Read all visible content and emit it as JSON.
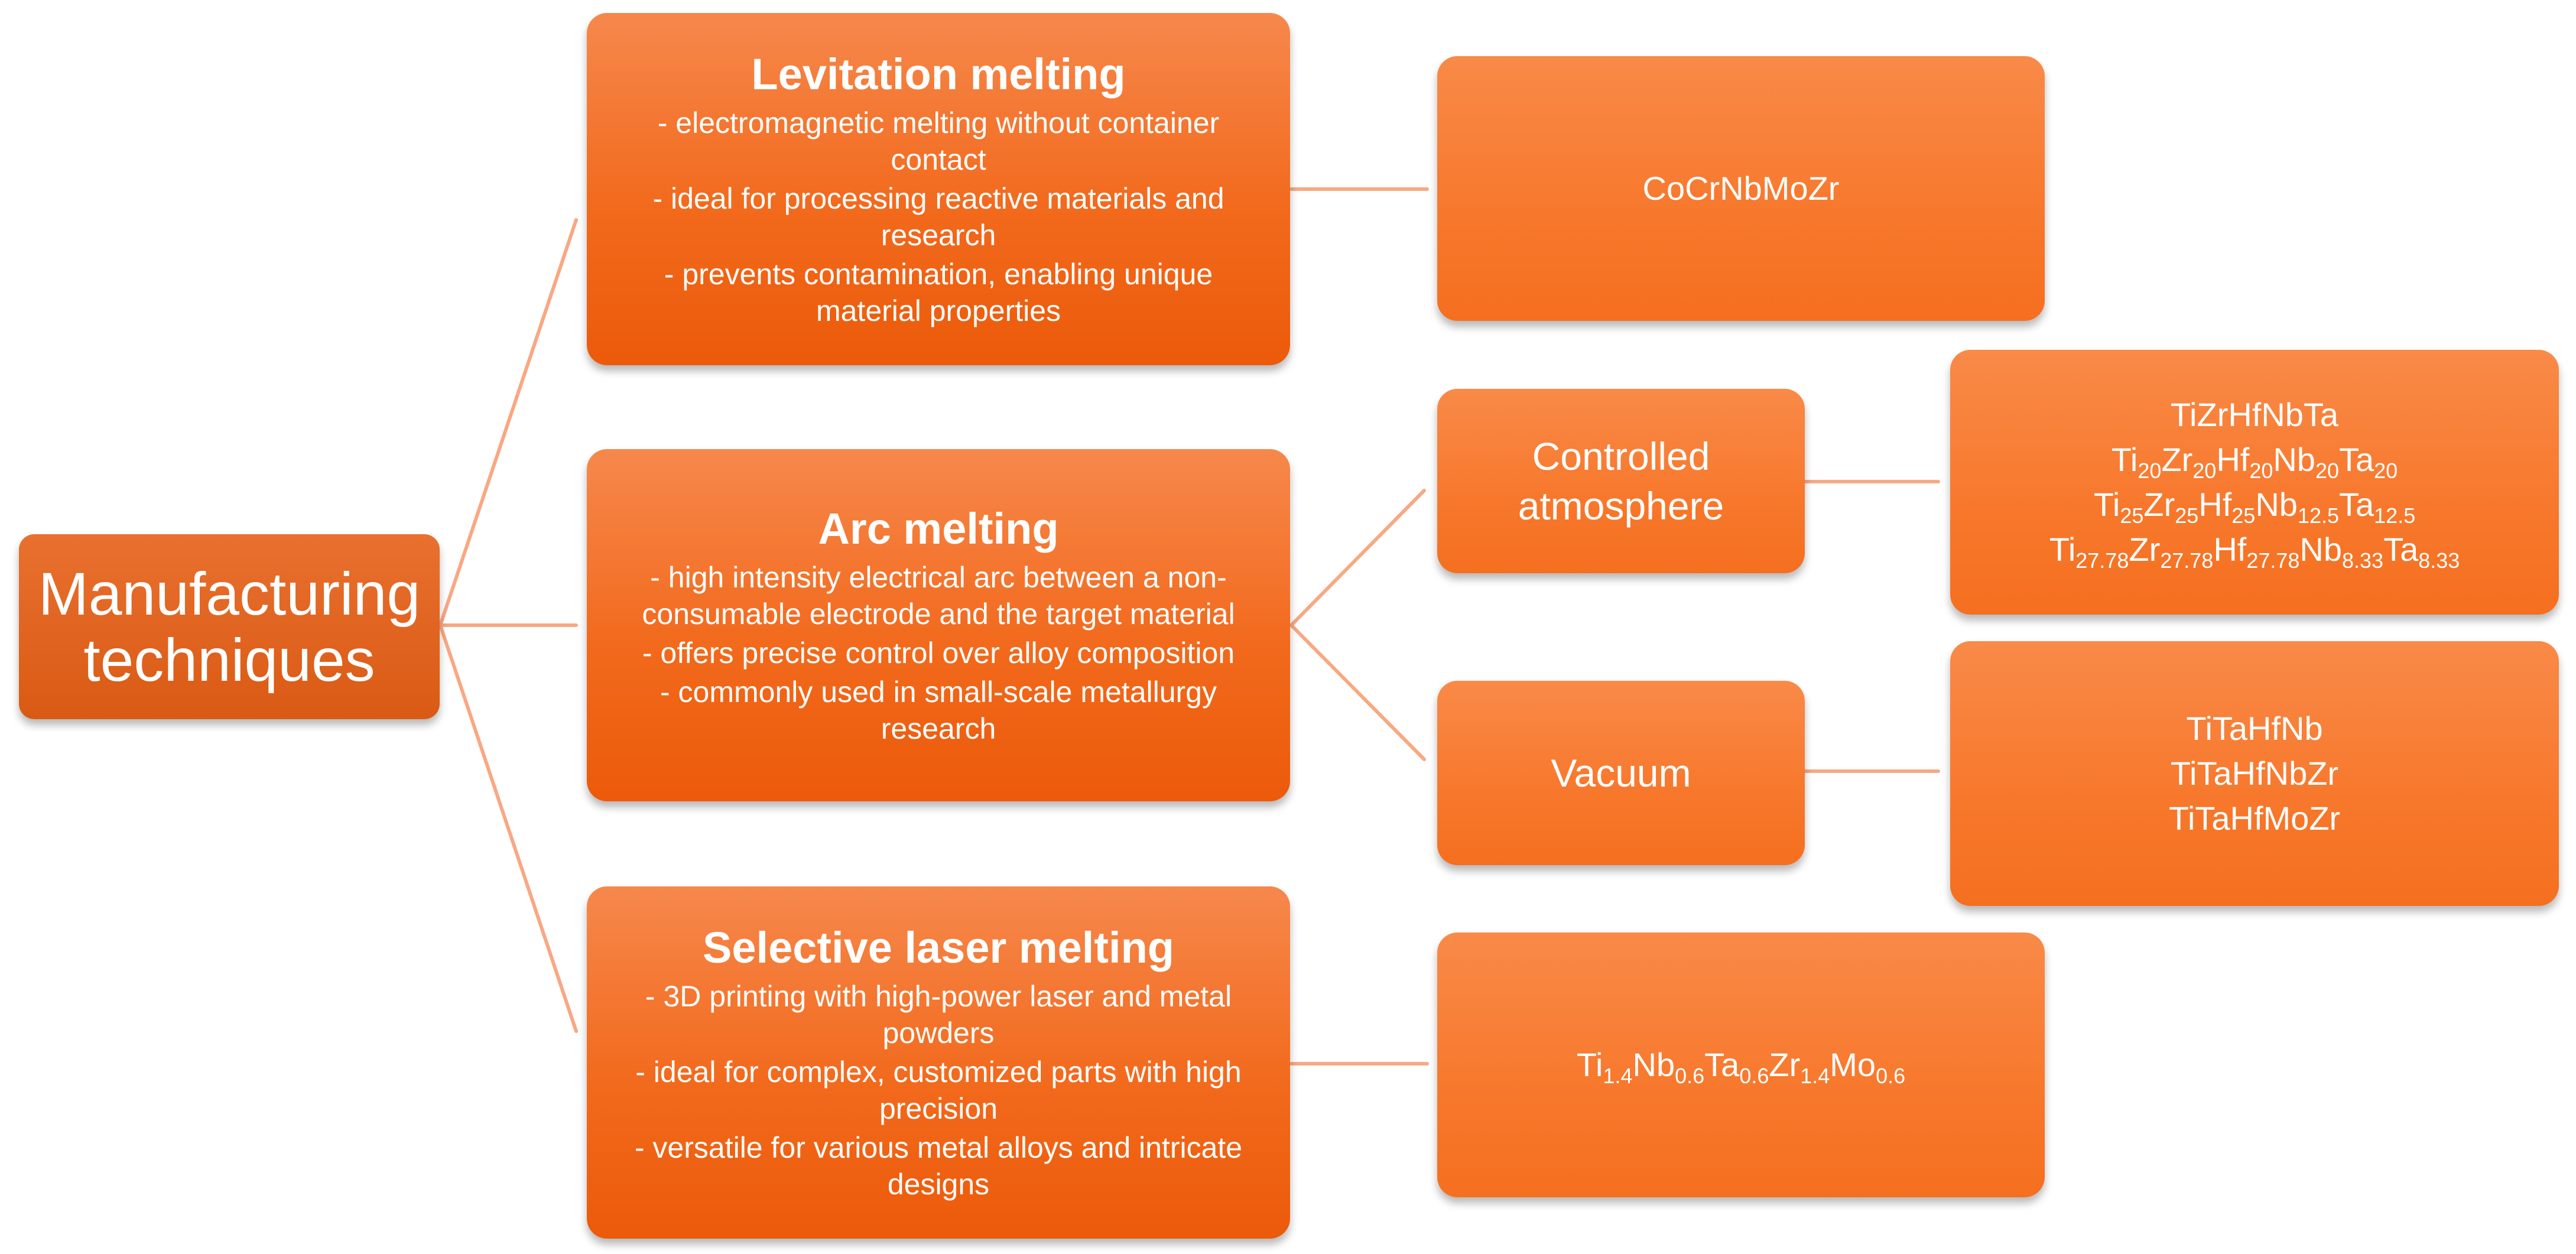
{
  "root": {
    "label": "Manufacturing techniques"
  },
  "techniques": [
    {
      "title": "Levitation melting",
      "bullets": [
        "- electromagnetic melting without container contact",
        "- ideal for processing reactive materials and research",
        "- prevents contamination, enabling unique material properties"
      ],
      "alloys": [
        "CoCrNbMoZr"
      ]
    },
    {
      "title": "Arc melting",
      "bullets": [
        "- high intensity electrical arc between a non-consumable electrode and the target material",
        "- offers precise control over alloy composition",
        "- commonly used in small-scale metallurgy research"
      ],
      "sub_options": [
        {
          "label": "Controlled atmosphere",
          "alloys": [
            "TiZrHfNbTa",
            [
              [
                "Ti",
                "20"
              ],
              [
                "Zr",
                "20"
              ],
              [
                "Hf",
                "20"
              ],
              [
                "Nb",
                "20"
              ],
              [
                "Ta",
                "20"
              ]
            ],
            [
              [
                "Ti",
                "25"
              ],
              [
                "Zr",
                "25"
              ],
              [
                "Hf",
                "25"
              ],
              [
                "Nb",
                "12.5"
              ],
              [
                "Ta",
                "12.5"
              ]
            ],
            [
              [
                "Ti",
                "27.78"
              ],
              [
                "Zr",
                "27.78"
              ],
              [
                "Hf",
                "27.78"
              ],
              [
                "Nb",
                "8.33"
              ],
              [
                "Ta",
                "8.33"
              ]
            ]
          ]
        },
        {
          "label": "Vacuum",
          "alloys": [
            "TiTaHfNb",
            "TiTaHfNbZr",
            "TiTaHfMoZr"
          ]
        }
      ]
    },
    {
      "title": "Selective laser melting",
      "bullets": [
        "- 3D printing with high-power laser and metal powders",
        "- ideal for complex, customized parts with high precision",
        "- versatile for various metal alloys and intricate designs"
      ],
      "alloys": [
        [
          [
            "Ti",
            "1.4"
          ],
          [
            "Nb",
            "0.6"
          ],
          [
            "Ta",
            "0.6"
          ],
          [
            "Zr",
            "1.4"
          ],
          [
            "Mo",
            "0.6"
          ]
        ]
      ]
    }
  ],
  "colors": {
    "box_top": "#f6884c",
    "box_bottom": "#ec5a0a",
    "connector": "#f8a883",
    "text": "#ffffff"
  }
}
